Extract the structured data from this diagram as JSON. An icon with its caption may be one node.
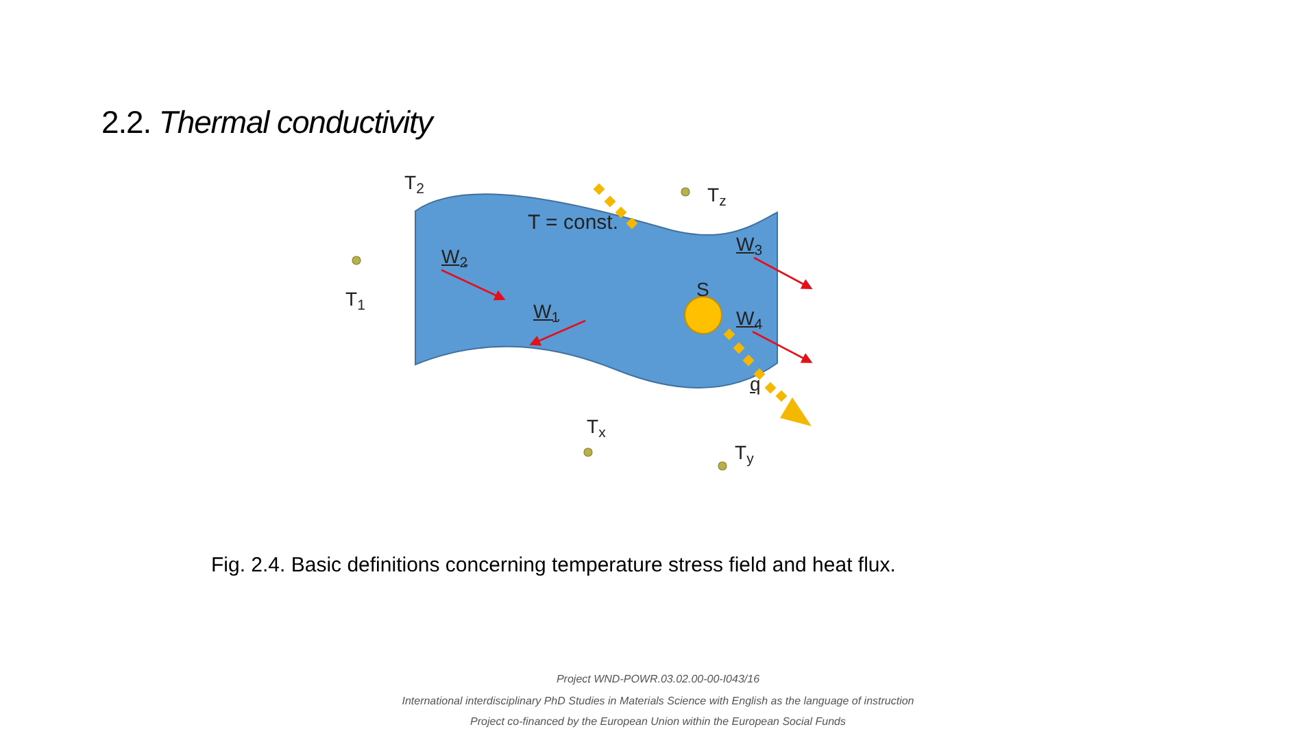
{
  "diagram": {
    "title": "2.2. *Thermal conductivity*",
    "caption": "Fig. 2.4. Basic definitions concerning temperature stress field and heat flux.",
    "nodes": [
      {
        "text": [
          "T = const."
        ]
      },
      {
        "text": [
          "S"
        ],
        "in": 0
      }
    ],
    "labels": [
      "T$_{2}$",
      "T$_{z}$",
      "T$_{1}$",
      "W$_{2}$",
      "W$_{3}$",
      "W$_{1}$",
      "W$_{4}$",
      "q",
      "T$_{x}$",
      "T$_{y}$",
      "Project WND-POWR.03.02.00-00-I043/16",
      "International interdisciplinary PhD Studies in Materials Science with English as the language of instruction",
      "Project co-financed by the European Union within the European Social Funds"
    ]
  }
}
